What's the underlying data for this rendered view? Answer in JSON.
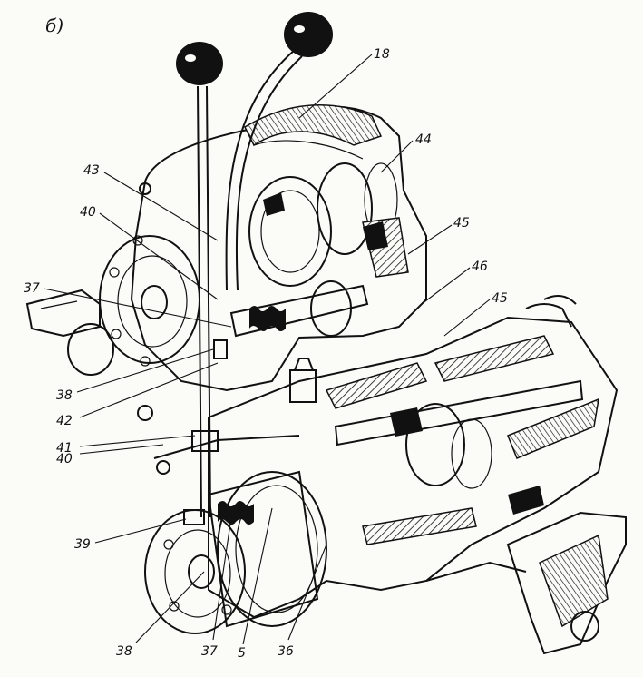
{
  "figure_label": "б)",
  "callouts": [
    {
      "id": "c18",
      "text": "18"
    },
    {
      "id": "c44",
      "text": "44"
    },
    {
      "id": "c43",
      "text": "43"
    },
    {
      "id": "c40a",
      "text": "40"
    },
    {
      "id": "c45a",
      "text": "45"
    },
    {
      "id": "c46",
      "text": "46"
    },
    {
      "id": "c37a",
      "text": "37"
    },
    {
      "id": "c45b",
      "text": "45"
    },
    {
      "id": "c38a",
      "text": "38"
    },
    {
      "id": "c42",
      "text": "42"
    },
    {
      "id": "c41",
      "text": "41"
    },
    {
      "id": "c40b",
      "text": "40"
    },
    {
      "id": "c39",
      "text": "39"
    },
    {
      "id": "c38b",
      "text": "38"
    },
    {
      "id": "c37b",
      "text": "37"
    },
    {
      "id": "c5",
      "text": "5"
    },
    {
      "id": "c36",
      "text": "36"
    }
  ]
}
